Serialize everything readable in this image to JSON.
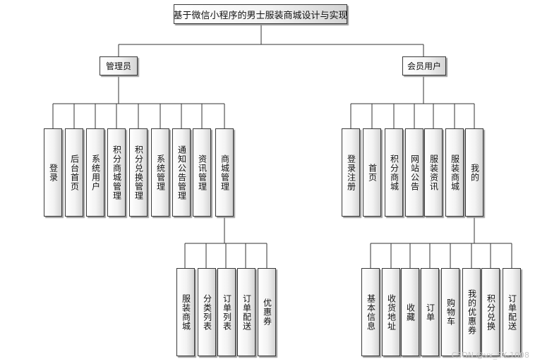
{
  "title": "基于微信小程序的男士服装商城设计与实现",
  "admin": {
    "label": "管理员",
    "items": [
      "登录",
      "后台首页",
      "系统用户",
      "积分商城管理",
      "积分兑换管理",
      "系统管理",
      "通知公告管理",
      "资讯管理",
      "商城管理"
    ],
    "mall_children": [
      "服装商城",
      "分类列表",
      "订单列表",
      "订单配送",
      "优惠券"
    ]
  },
  "member": {
    "label": "会员用户",
    "items": [
      "登录注册",
      "首页",
      "积分商城",
      "网站公告",
      "服装资讯",
      "服装商城",
      "我的"
    ],
    "mine_children": [
      "基本信息",
      "收货地址",
      "收藏",
      "订单",
      "购物车",
      "我的优惠券",
      "积分兑换",
      "订单配送"
    ]
  },
  "watermark": "CSDN @vx_SX-1008"
}
